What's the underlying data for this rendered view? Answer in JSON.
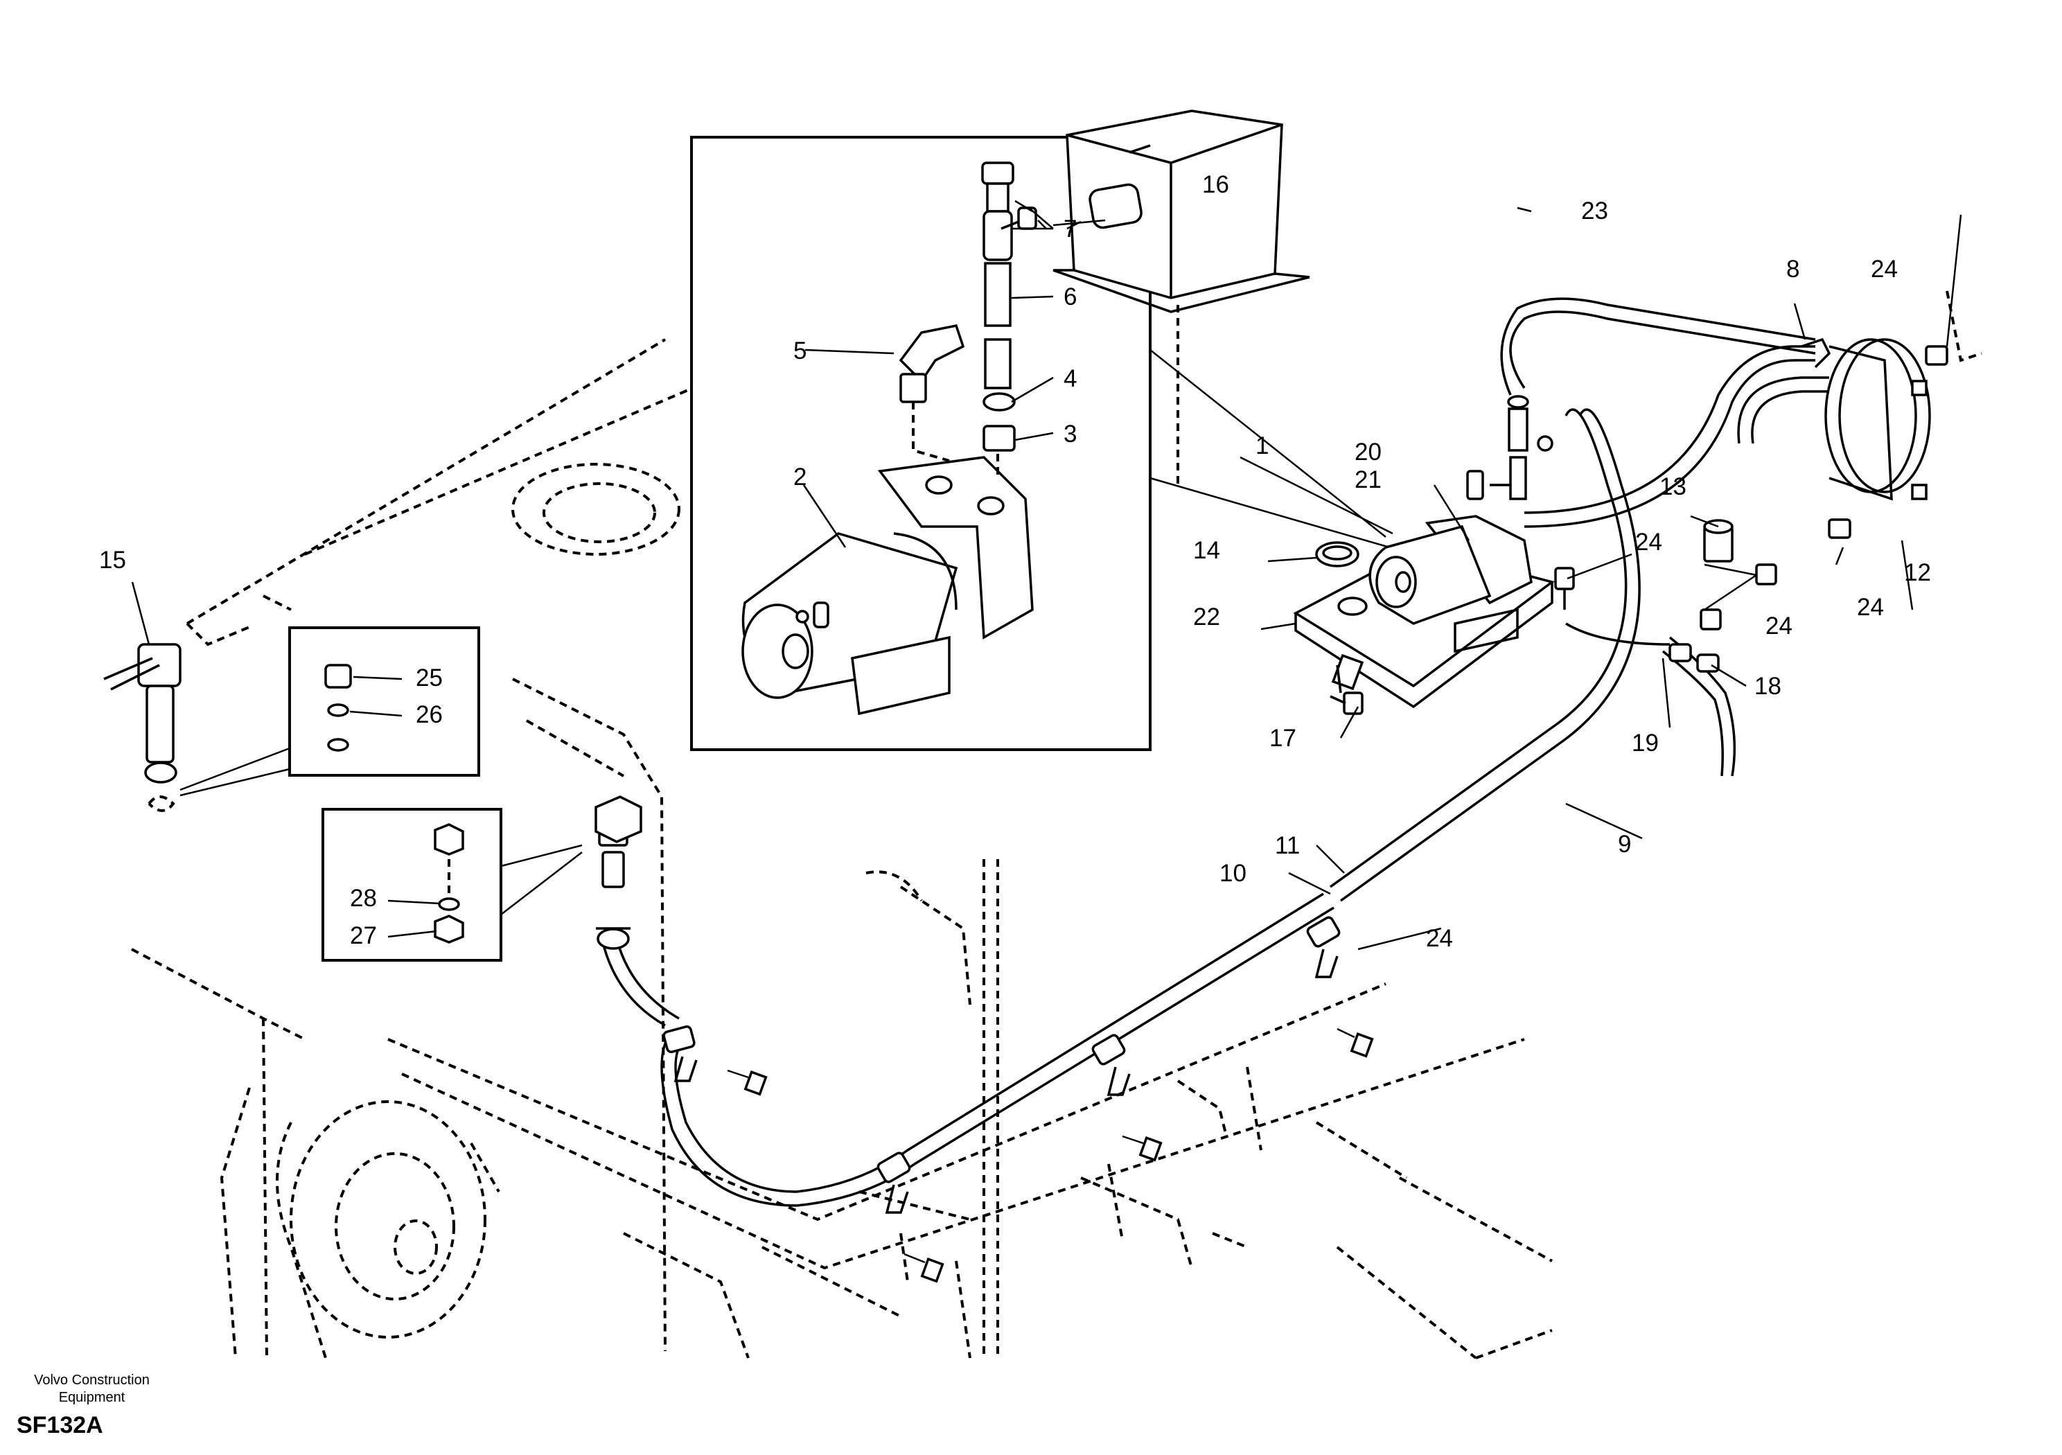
{
  "footer": {
    "brand_line1": "Volvo Construction",
    "brand_line2": "Equipment",
    "drawing_code": "SF132A"
  },
  "callouts": [
    {
      "id": "c1",
      "text": "1"
    },
    {
      "id": "c2",
      "text": "2"
    },
    {
      "id": "c3",
      "text": "3"
    },
    {
      "id": "c4",
      "text": "4"
    },
    {
      "id": "c5",
      "text": "5"
    },
    {
      "id": "c6",
      "text": "6"
    },
    {
      "id": "c7",
      "text": "7"
    },
    {
      "id": "c8",
      "text": "8"
    },
    {
      "id": "c9",
      "text": "9"
    },
    {
      "id": "c10",
      "text": "10"
    },
    {
      "id": "c11",
      "text": "11"
    },
    {
      "id": "c12",
      "text": "12"
    },
    {
      "id": "c13",
      "text": "13"
    },
    {
      "id": "c14",
      "text": "14"
    },
    {
      "id": "c15",
      "text": "15"
    },
    {
      "id": "c16",
      "text": "16"
    },
    {
      "id": "c17",
      "text": "17"
    },
    {
      "id": "c18",
      "text": "18"
    },
    {
      "id": "c19",
      "text": "19"
    },
    {
      "id": "c20",
      "text": "20"
    },
    {
      "id": "c21",
      "text": "21"
    },
    {
      "id": "c22",
      "text": "22"
    },
    {
      "id": "c23",
      "text": "23"
    },
    {
      "id": "c24a",
      "text": "24"
    },
    {
      "id": "c24b",
      "text": "24"
    },
    {
      "id": "c24c",
      "text": "24"
    },
    {
      "id": "c24d",
      "text": "24"
    },
    {
      "id": "c24e",
      "text": "24"
    },
    {
      "id": "c25",
      "text": "25"
    },
    {
      "id": "c26",
      "text": "26"
    },
    {
      "id": "c27",
      "text": "27"
    },
    {
      "id": "c28",
      "text": "28"
    }
  ]
}
